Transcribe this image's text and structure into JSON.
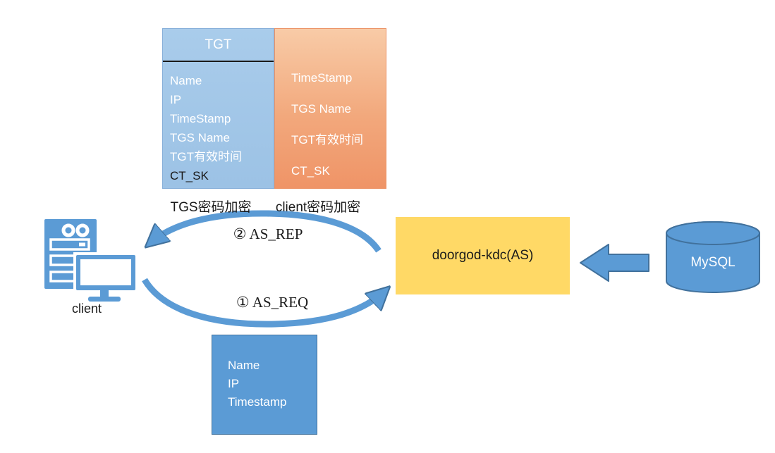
{
  "tgt_card": {
    "title": "TGT",
    "items": [
      "Name",
      "IP",
      "TimeStamp",
      "TGS Name",
      "TGT有效时间",
      "CT_SK"
    ],
    "caption": "TGS密码加密"
  },
  "client_encrypted_card": {
    "items": [
      "TimeStamp",
      "TGS Name",
      "TGT有效时间",
      "CT_SK"
    ],
    "caption": "client密码加密"
  },
  "client_node": {
    "label": "client"
  },
  "flows": {
    "as_rep_label": "② AS_REP",
    "as_req_label": "① AS_REQ"
  },
  "kdc_node": {
    "label": "doorgod-kdc(AS)"
  },
  "mysql_node": {
    "label": "MySQL"
  },
  "as_req_payload_card": {
    "items": [
      "Name",
      "IP",
      "Timestamp"
    ]
  },
  "colors": {
    "card_blue": "#9DC3E6",
    "card_salmon": "#F2A87C",
    "shape_blue": "#5B9BD5",
    "shape_blue_dark": "#41719C",
    "kdc_yellow": "#FFD966",
    "divider_dark": "#1A1A1A",
    "text_white": "#FFFFFF"
  }
}
